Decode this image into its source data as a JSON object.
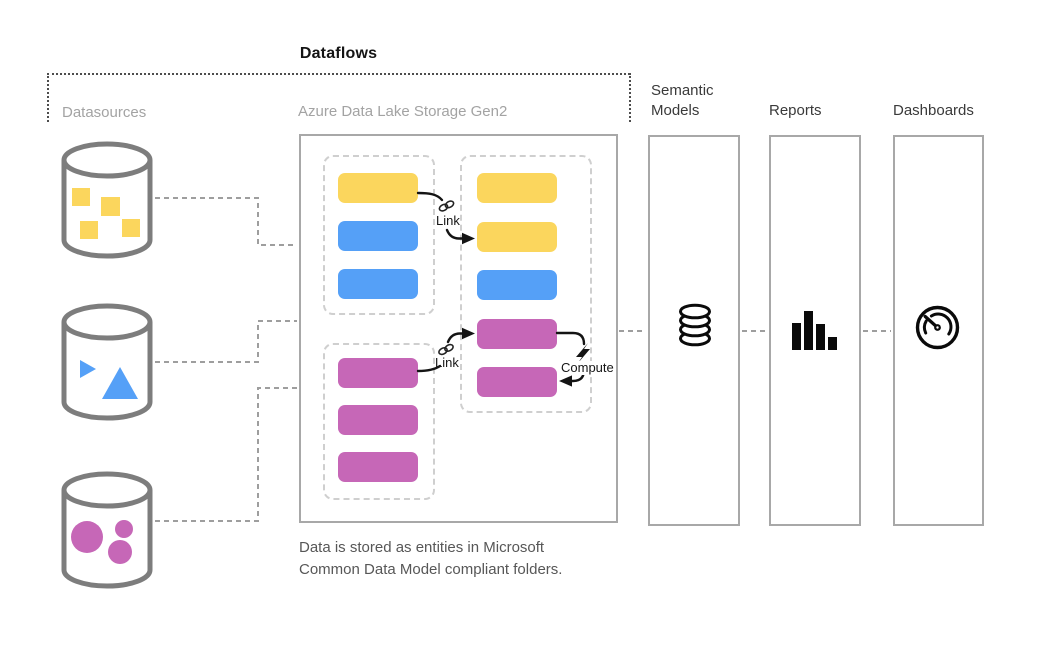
{
  "header": {
    "title": "Dataflows"
  },
  "labels": {
    "datasources": "Datasources",
    "adls": "Azure Data Lake Storage Gen2",
    "semantic_models_line1": "Semantic",
    "semantic_models_line2": "Models",
    "reports": "Reports",
    "dashboards": "Dashboards"
  },
  "adls": {
    "caption_line1": "Data is stored as entities in Microsoft",
    "caption_line2": "Common Data Model compliant folders.",
    "link_top_label": "Link",
    "link_bottom_label": "Link",
    "compute_label": "Compute"
  },
  "entities": {
    "left_top": [
      "yellow",
      "blue",
      "blue"
    ],
    "left_bottom": [
      "magenta",
      "magenta",
      "magenta"
    ],
    "right": [
      "yellow",
      "yellow",
      "blue",
      "magenta",
      "magenta"
    ]
  },
  "icons": {
    "datasource1": "cylinder-with-yellow-squares",
    "datasource2": "cylinder-with-blue-triangles",
    "datasource3": "cylinder-with-magenta-circles",
    "semantic_models": "database-stack-icon",
    "reports": "bar-chart-icon",
    "dashboards": "gauge-icon",
    "link": "chain-link-icon",
    "compute": "lightning-bolt-icon"
  },
  "colors": {
    "yellow": "#fbd65d",
    "blue": "#55a0f7",
    "magenta": "#c667b7",
    "cylinder_stroke": "#7d7d7d",
    "box_border": "#a8a8a8",
    "dashed_border": "#cfcfcf",
    "connector": "#9e9e9e",
    "bracket": "#4d4d4d",
    "muted_label": "#a3a3a3",
    "dark_label": "#3a3a3a",
    "caption": "#575757",
    "black": "#141414"
  }
}
